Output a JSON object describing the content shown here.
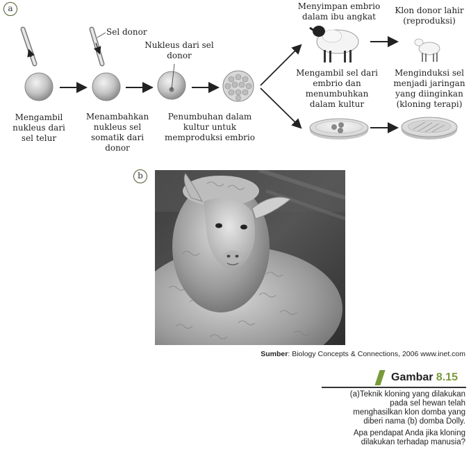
{
  "panel_a": {
    "badge": "a",
    "labels": {
      "sel_donor": "Sel donor",
      "nukleus_donor": "Nukleus dari sel donor",
      "step1": "Mengambil nukleus dari sel telur",
      "step2": "Menambahkan nukleus sel somatik dari donor",
      "step3": "Penumbuhan dalam kultur untuk memproduksi embrio",
      "branch_top": "Menyimpan embrio dalam ibu angkat",
      "branch_top_result": "Klon donor lahir (reproduksi)",
      "branch_bottom": "Mengambil sel dari embrio dan menumbuhkan dalam kultur",
      "branch_bottom_result": "Menginduksi sel menjadi jaringan yang diinginkan (kloning terapi)"
    }
  },
  "panel_b": {
    "badge": "b",
    "image_desc": "photo-dolly-sheep"
  },
  "source": {
    "prefix": "Sumber",
    "text": ": Biology Concepts & Connections, 2006  www.inet.com"
  },
  "figure": {
    "title_word": "Gambar",
    "title_num": "8.15",
    "caption_lines": [
      "(a)Teknik kloning yang dilakukan",
      "pada sel hewan telah",
      "menghasilkan klon domba yang",
      "diberi nama (b) domba Dolly."
    ],
    "question_lines": [
      "Apa pendapat Anda jika kloning",
      "dilakukan terhadap manusia?"
    ],
    "accent_color": "#7a9a3a"
  }
}
